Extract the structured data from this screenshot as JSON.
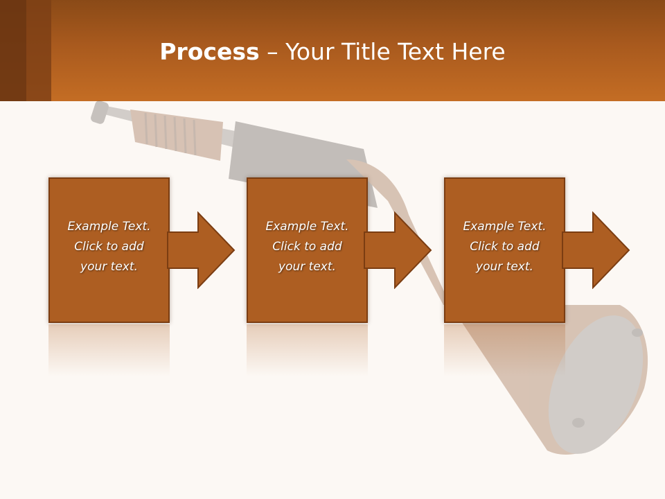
{
  "slide": {
    "title_bold": "Process",
    "title_rest": " – Your Title Text Here",
    "steps": [
      {
        "text": "Example Text.\nClick  to add\nyour text."
      },
      {
        "text": "Example Text.\nClick  to add\nyour text."
      },
      {
        "text": "Example Text.\nClick  to add\nyour text."
      }
    ]
  },
  "colors": {
    "header": "#b5621f",
    "box_fill": "#ad5e22",
    "box_border": "#7b3d12",
    "background": "#fcf8f4",
    "text": "#ffffff"
  }
}
